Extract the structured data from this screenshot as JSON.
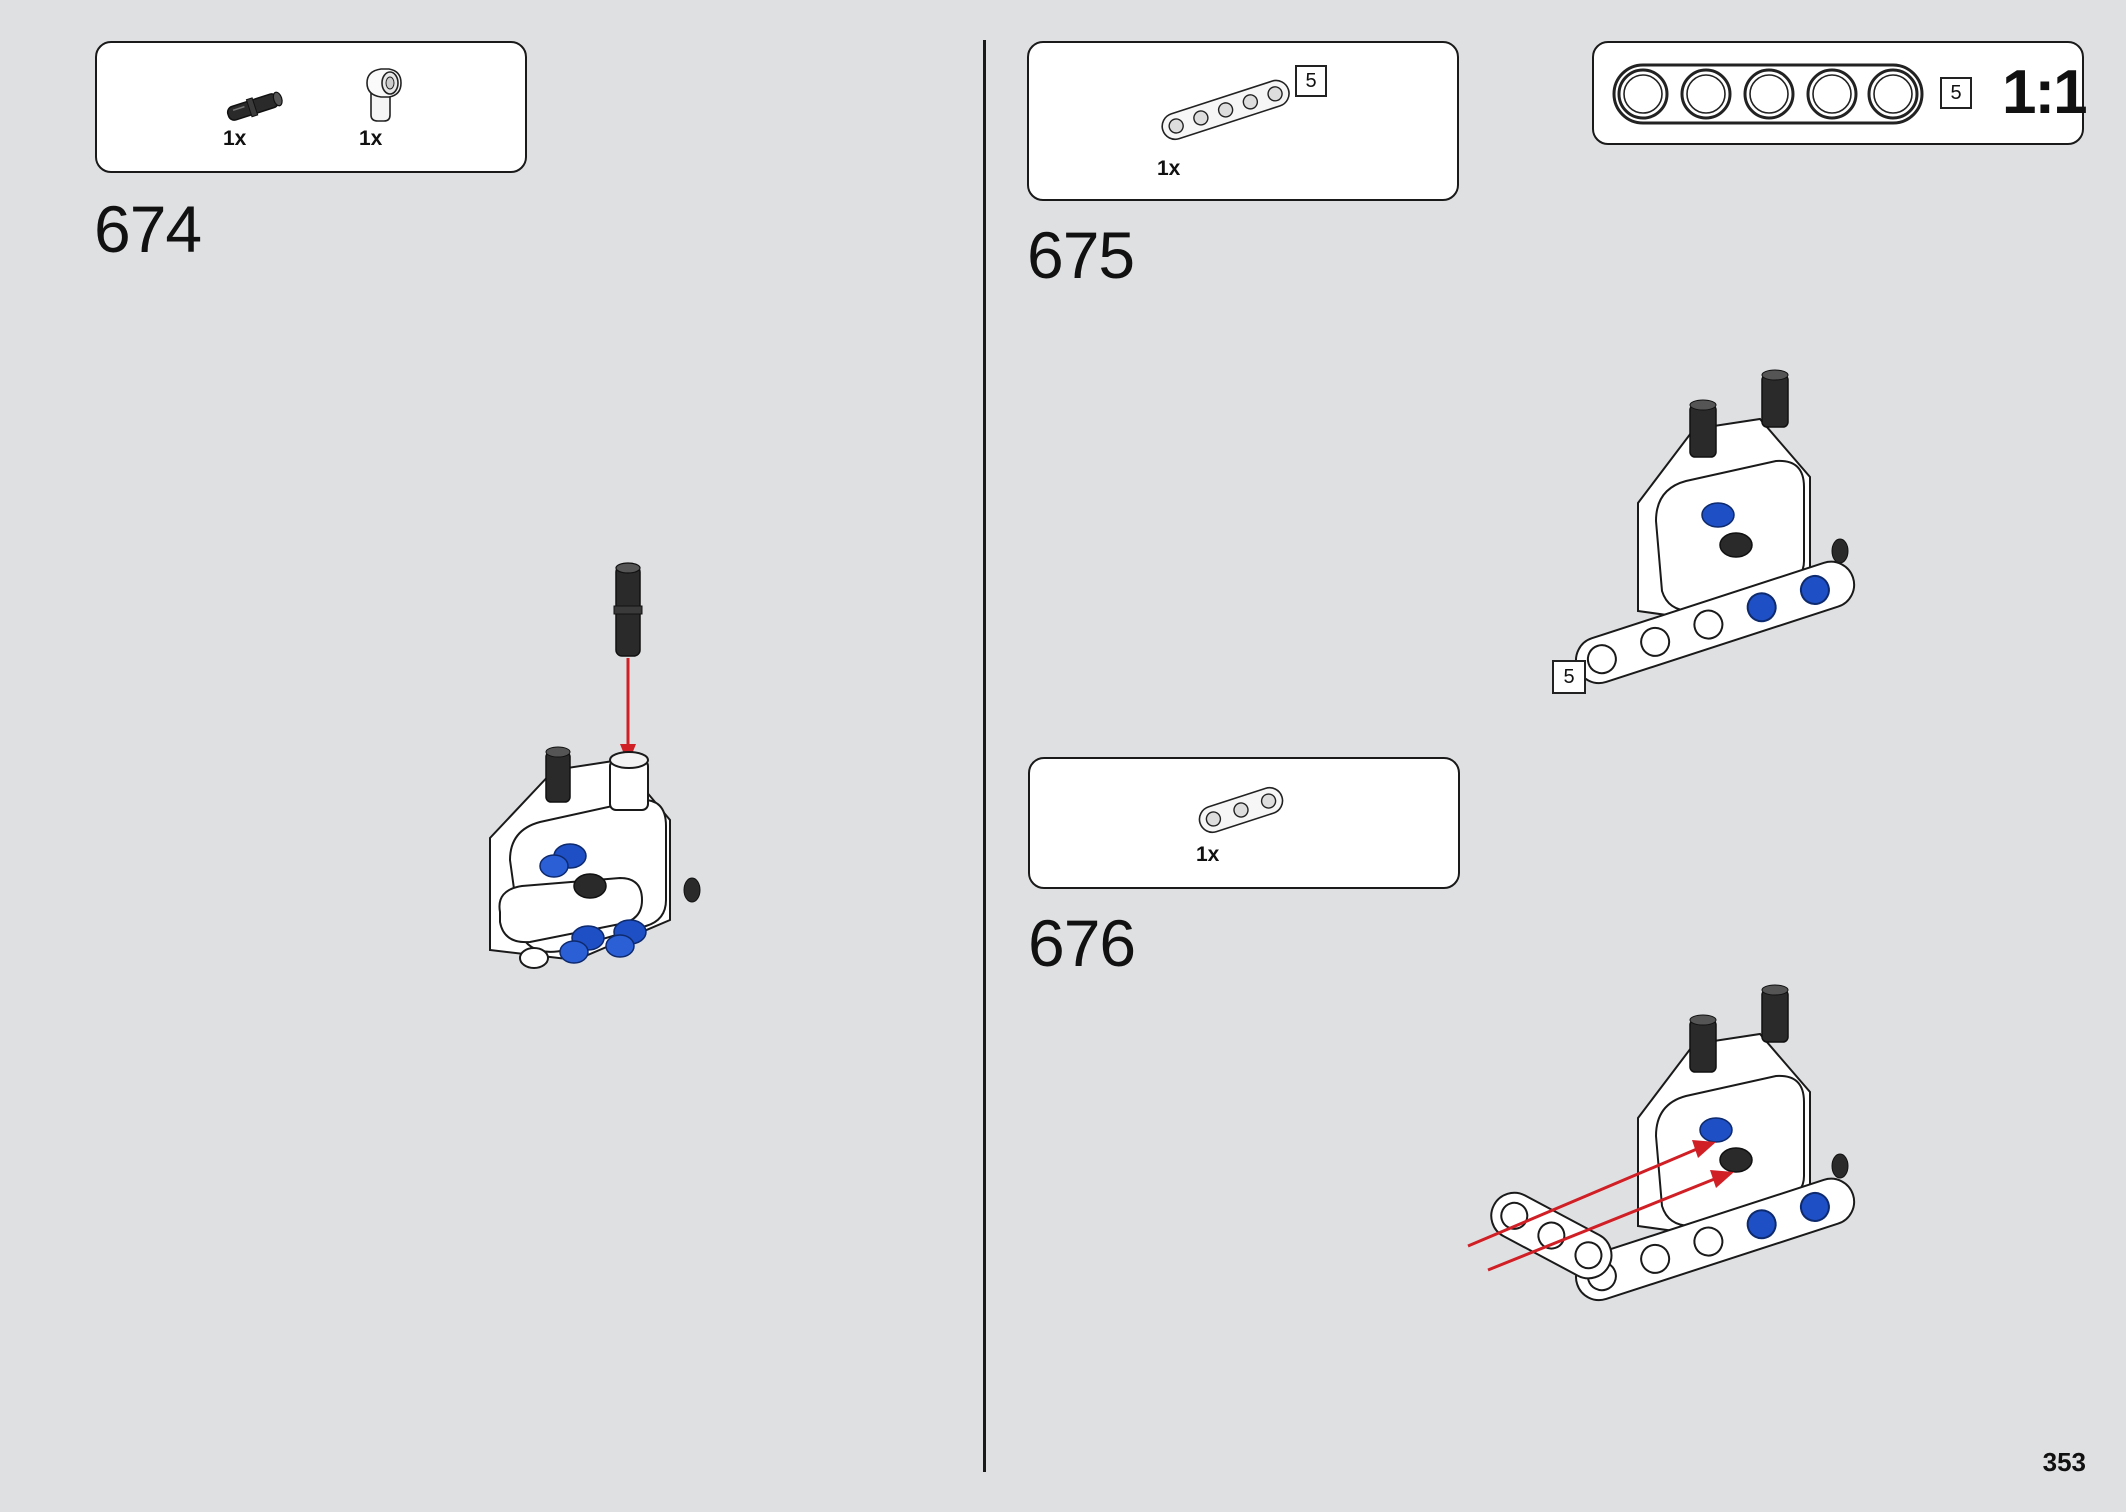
{
  "steps": [
    {
      "number": "674",
      "parts": [
        {
          "qty": "1x",
          "icon": "black-friction-pin"
        },
        {
          "qty": "1x",
          "icon": "white-axle-pin-connector"
        }
      ]
    },
    {
      "number": "675",
      "parts": [
        {
          "qty": "1x",
          "icon": "white-beam-5",
          "length": "5"
        }
      ]
    },
    {
      "number": "676",
      "parts": [
        {
          "qty": "1x",
          "icon": "white-beam-3"
        }
      ]
    }
  ],
  "scale_box": {
    "length": "5",
    "label": "1:1"
  },
  "assembly_callout": {
    "length": "5"
  },
  "page_number": "353",
  "colors": {
    "background": "#dfe0e2",
    "arrow": "#d11f26",
    "blue_pin": "#1e4fc4",
    "black_pin": "#2a2a2a"
  }
}
